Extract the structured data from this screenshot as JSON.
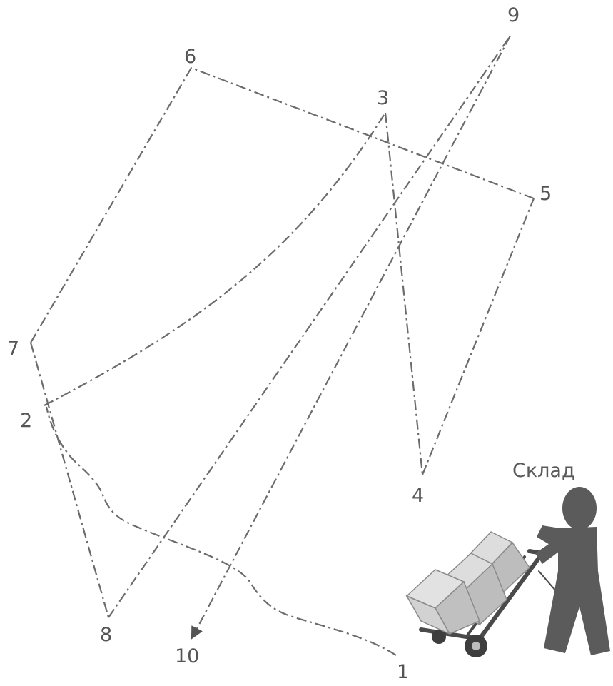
{
  "points": [
    "1",
    "2",
    "3",
    "4",
    "5",
    "6",
    "7",
    "8",
    "9",
    "10"
  ],
  "warehouse_label": "Склад",
  "colors": {
    "route": "#6b6b6b",
    "figure": "#5b5b5b",
    "box": "#c8c8c8"
  }
}
